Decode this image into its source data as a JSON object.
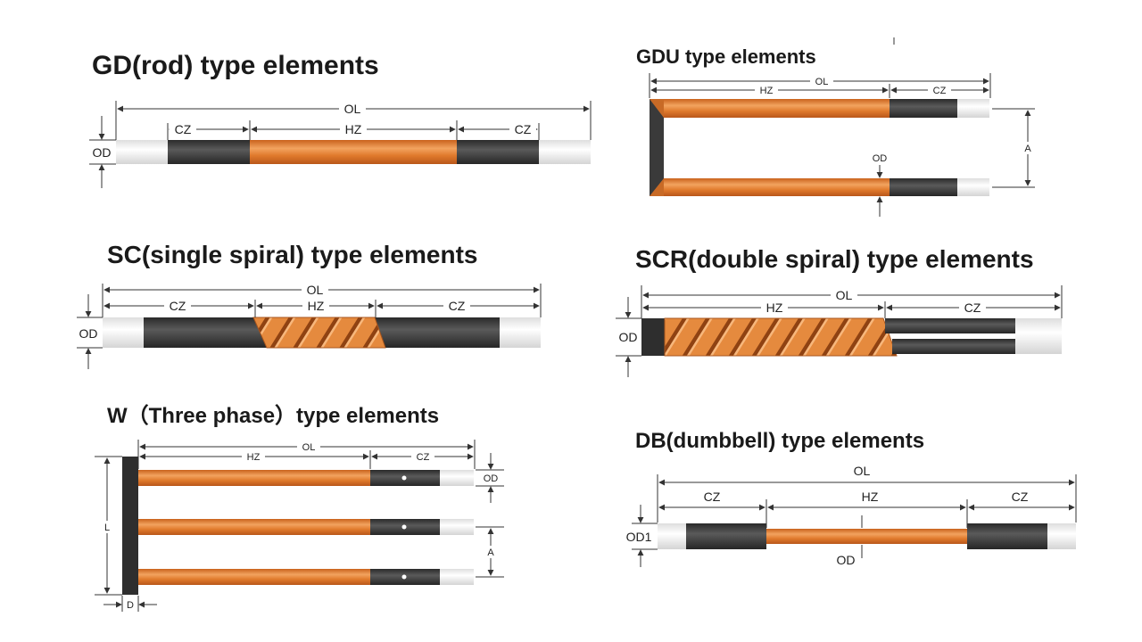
{
  "colors": {
    "hot_zone": "#e07a2c",
    "hot_zone_light": "#f3a565",
    "cold_zone": "#3e3e3e",
    "terminal": "#f4f4f4",
    "dimension_line": "#333333"
  },
  "diagrams": {
    "gd": {
      "title": "GD(rod) type elements",
      "labels": {
        "ol": "OL",
        "cz_left": "CZ",
        "hz": "HZ",
        "cz_right": "CZ",
        "od": "OD"
      }
    },
    "gdu": {
      "title": "GDU type elements",
      "labels": {
        "hz": "HZ",
        "ol": "OL",
        "cz": "CZ",
        "od": "OD",
        "a": "A"
      }
    },
    "sc": {
      "title": "SC(single spiral) type elements",
      "labels": {
        "ol": "OL",
        "cz_left": "CZ",
        "hz": "HZ",
        "cz_right": "CZ",
        "od": "OD"
      }
    },
    "scr": {
      "title": "SCR(double spiral) type elements",
      "labels": {
        "ol": "OL",
        "hz": "HZ",
        "cz": "CZ",
        "od": "OD"
      }
    },
    "w": {
      "title": "W（Three phase）type elements",
      "labels": {
        "hz": "HZ",
        "ol": "OL",
        "cz": "CZ",
        "od": "OD",
        "l": "L",
        "a": "A",
        "d": "D"
      }
    },
    "db": {
      "title": "DB(dumbbell) type elements",
      "labels": {
        "ol": "OL",
        "cz_left": "CZ",
        "hz": "HZ",
        "cz_right": "CZ",
        "od1": "OD1",
        "od": "OD"
      }
    }
  }
}
